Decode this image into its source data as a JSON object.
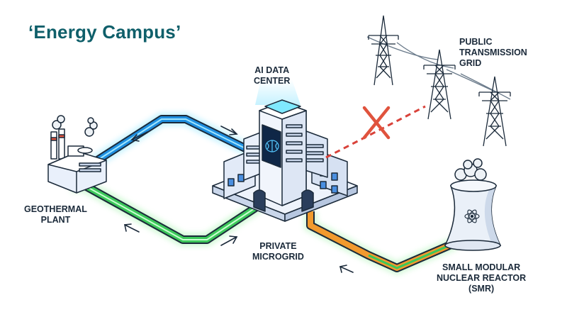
{
  "title": "‘Energy Campus’",
  "labels": {
    "ai_data_center": [
      "AI DATA",
      "CENTER"
    ],
    "public_grid": [
      "PUBLIC",
      "TRANSMISSION",
      "GRID"
    ],
    "geothermal": [
      "GEOTHERMAL",
      "PLANT"
    ],
    "microgrid": [
      "PRIVATE",
      "MICROGRID"
    ],
    "smr": [
      "SMALL MODULAR",
      "NUCLEAR REACTOR",
      "(SMR)"
    ]
  },
  "colors": {
    "title": "#0f5f6a",
    "blue_line": "#1f8fe0",
    "green_line": "#3cc85a",
    "orange_line": "#f29a2e",
    "cross": "#e0533d",
    "dashed_link": "#d9423a",
    "outline": "#1b2a3a",
    "building": "#e9f0fb"
  },
  "icons": {
    "ai_chip": "brain-icon",
    "smr_symbol": "atom-icon",
    "disconnect": "cross-icon"
  }
}
